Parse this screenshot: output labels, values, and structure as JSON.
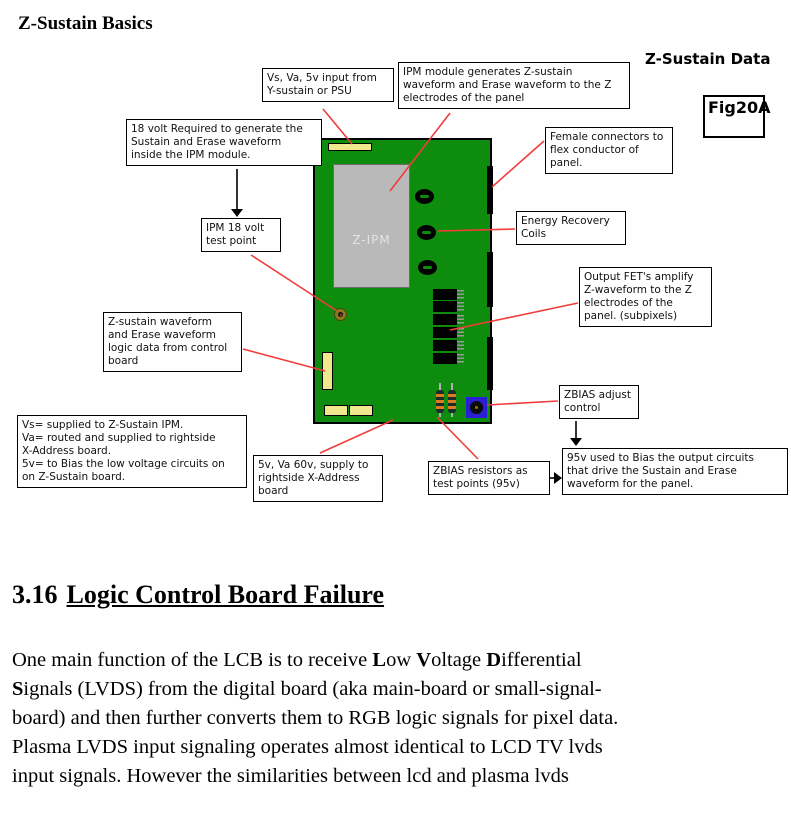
{
  "page": {
    "title": "Z-Sustain Basics",
    "diagram_title": "Z-Sustain Data",
    "figure_label": "Fig20A"
  },
  "board": {
    "ipm_label": "Z-IPM"
  },
  "callouts": [
    {
      "id": "input-supply",
      "text": "Vs, Va, 5v input from\nY-sustain or PSU"
    },
    {
      "id": "ipm-function",
      "text": "IPM module generates Z-sustain\nwaveform and Erase waveform to the Z\nelectrodes of the panel"
    },
    {
      "id": "18-volt",
      "text": "18 volt Required to generate the\nSustain and Erase waveform\ninside the IPM module."
    },
    {
      "id": "female-connectors",
      "text": "Female connectors to\nflex conductor of\npanel."
    },
    {
      "id": "ipm-test-point",
      "text": "IPM 18 volt\ntest point"
    },
    {
      "id": "energy-recovery",
      "text": "Energy Recovery\nCoils"
    },
    {
      "id": "output-fets",
      "text": "Output FET's amplify\nZ-waveform to the Z\nelectrodes of the\npanel. (subpixels)"
    },
    {
      "id": "logic-data",
      "text": "Z-sustain waveform\nand Erase waveform\nlogic data from control\nboard"
    },
    {
      "id": "zbias-adjust",
      "text": "ZBIAS adjust\ncontrol"
    },
    {
      "id": "voltage-rails",
      "text": "Vs= supplied to Z-Sustain IPM.\nVa= routed and supplied to rightside\nX-Address board.\n5v= to Bias the low voltage circuits on\non Z-Sustain board."
    },
    {
      "id": "5v-va-supply",
      "text": "5v, Va 60v, supply to\nrightside X-Address\nboard"
    },
    {
      "id": "zbias-resistors",
      "text": "ZBIAS resistors as\ntest points (95v)"
    },
    {
      "id": "95v-bias",
      "text": "95v used to Bias the output circuits\nthat drive the Sustain and Erase\nwaveform for the panel."
    }
  ],
  "section": {
    "number": "3.16",
    "title": "Logic Control Board Failure"
  },
  "paragraph_lines": [
    [
      {
        "t": "One main function of the LCB is to receive ",
        "b": 0
      },
      {
        "t": "L",
        "b": 1
      },
      {
        "t": "ow ",
        "b": 0
      },
      {
        "t": "V",
        "b": 1
      },
      {
        "t": "oltage ",
        "b": 0
      },
      {
        "t": "D",
        "b": 1
      },
      {
        "t": "ifferential",
        "b": 0
      }
    ],
    [
      {
        "t": "S",
        "b": 1
      },
      {
        "t": "ignals (LVDS) from the digital board (aka main-board or small-signal-",
        "b": 0
      }
    ],
    [
      {
        "t": "board) and then further converts them to RGB logic signals for pixel data.",
        "b": 0
      }
    ],
    [
      {
        "t": "Plasma LVDS input signaling operates almost identical to LCD TV lvds",
        "b": 0
      }
    ],
    [
      {
        "t": "input signals. However the similarities between lcd and plasma lvds",
        "b": 0
      }
    ]
  ],
  "colors": {
    "pcb_green": "#0d8c0d",
    "connector_yellow": "#f0e88c",
    "module_gray": "#b9b9b9",
    "leader_red": "#f23b3b",
    "pot_blue": "#2a1fd4",
    "arrow_black": "#000000"
  }
}
